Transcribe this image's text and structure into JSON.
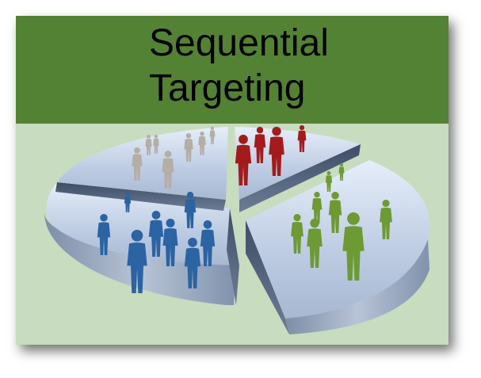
{
  "title": {
    "line1": "Sequential",
    "line2": "Targeting"
  },
  "colors": {
    "banner": "#548235",
    "background": "#c8dcbf",
    "segment_gray_people": "#b4aea6",
    "segment_red_people": "#a31b1b",
    "segment_green_people": "#6d9a33",
    "segment_blue_people": "#2b63a3"
  },
  "illustration": {
    "icon": "pie-chart-people-segments-icon",
    "segments": [
      "gray",
      "red",
      "green",
      "blue"
    ]
  }
}
